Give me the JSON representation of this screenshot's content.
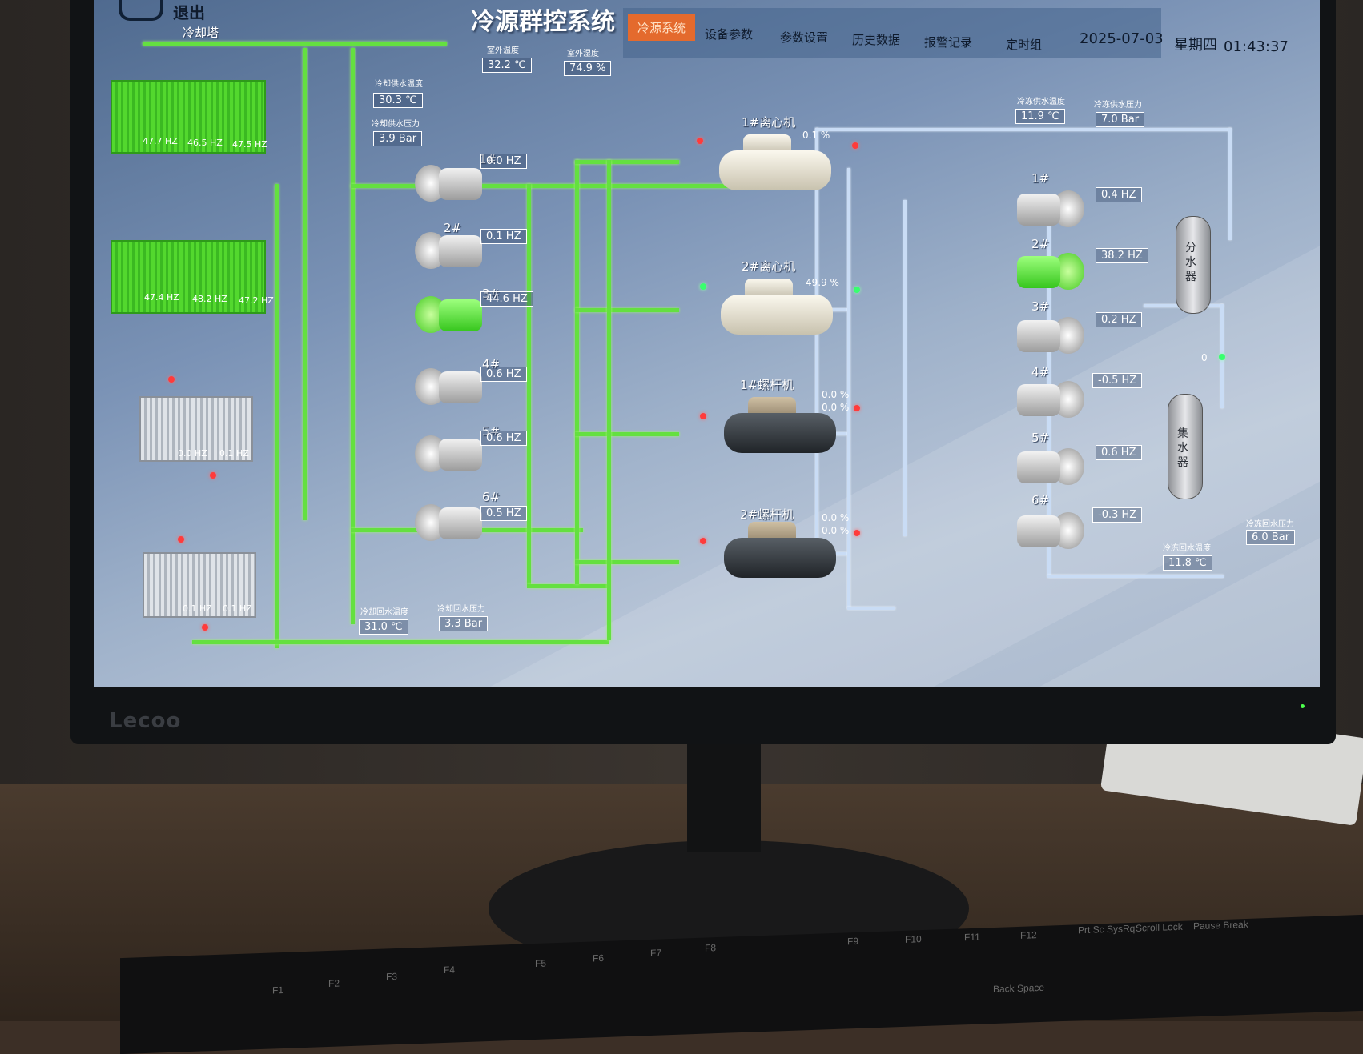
{
  "header": {
    "logout_label": "退出",
    "system_title": "冷源群控系统",
    "tabs": [
      {
        "label": "冷源系统",
        "active": true
      },
      {
        "label": "设备参数"
      },
      {
        "label": "参数设置"
      },
      {
        "label": "历史数据"
      },
      {
        "label": "报警记录"
      },
      {
        "label": "定时组"
      }
    ],
    "date": "2025-07-03",
    "weekday": "星期四",
    "time": "01:43:37"
  },
  "outdoor": {
    "temp_label": "室外温度",
    "temp_value": "32.2 ℃",
    "humidity_label": "室外湿度",
    "humidity_value": "74.9 %"
  },
  "cooling_tower": {
    "title": "冷却塔",
    "supply_temp_label": "冷却供水温度",
    "supply_temp_value": "30.3 ℃",
    "supply_pressure_label": "冷却供水压力",
    "supply_pressure_value": "3.9 Bar",
    "return_temp_label": "冷却回水温度",
    "return_temp_value": "31.0 ℃",
    "return_pressure_label": "冷却回水压力",
    "return_pressure_value": "3.3 Bar",
    "groups": [
      {
        "fans": [
          "47.7 HZ",
          "46.5 HZ",
          "47.5 HZ"
        ]
      },
      {
        "fans": [
          "47.4 HZ",
          "48.2 HZ",
          "47.2 HZ"
        ]
      },
      {
        "fans": [
          "0.0 HZ",
          "0.1 HZ"
        ]
      },
      {
        "fans": [
          "0.1 HZ",
          "0.1 HZ"
        ]
      }
    ]
  },
  "cooling_pumps": [
    {
      "name": "1#",
      "freq": "0.0 HZ",
      "on": false
    },
    {
      "name": "2#",
      "freq": "0.1 HZ",
      "on": false
    },
    {
      "name": "3#",
      "freq": "44.6 HZ",
      "on": true
    },
    {
      "name": "4#",
      "freq": "0.6 HZ",
      "on": false
    },
    {
      "name": "5#",
      "freq": "0.6 HZ",
      "on": false
    },
    {
      "name": "6#",
      "freq": "0.5 HZ",
      "on": false
    }
  ],
  "chillers": [
    {
      "name": "1#离心机",
      "load": "0.1 %"
    },
    {
      "name": "2#离心机",
      "load": "49.9 %"
    },
    {
      "name": "1#螺杆机",
      "load1": "0.0 %",
      "load2": "0.0 %"
    },
    {
      "name": "2#螺杆机",
      "load1": "0.0 %",
      "load2": "0.0 %"
    }
  ],
  "chilled": {
    "supply_temp_label": "冷冻供水温度",
    "supply_temp_value": "11.9 ℃",
    "supply_pressure_label": "冷冻供水压力",
    "supply_pressure_value": "7.0 Bar",
    "return_temp_label": "冷冻回水温度",
    "return_temp_value": "11.8 ℃",
    "return_pressure_label": "冷冻回水压力",
    "return_pressure_value": "6.0 Bar",
    "bypass_value": "0",
    "distributor": "分水器",
    "collector": "集水器"
  },
  "chilled_pumps": [
    {
      "name": "1#",
      "freq": "0.4 HZ",
      "on": false
    },
    {
      "name": "2#",
      "freq": "38.2 HZ",
      "on": true
    },
    {
      "name": "3#",
      "freq": "0.2 HZ",
      "on": false
    },
    {
      "name": "4#",
      "freq": "-0.5 HZ",
      "on": false
    },
    {
      "name": "5#",
      "freq": "0.6 HZ",
      "on": false
    },
    {
      "name": "6#",
      "freq": "-0.3 HZ",
      "on": false
    }
  ],
  "monitor": {
    "brand": "Lecoo"
  },
  "keyboard": {
    "keys": [
      "F1",
      "F2",
      "F3",
      "F4",
      "F5",
      "F6",
      "F7",
      "F8",
      "F9",
      "F10",
      "F11",
      "F12",
      "Prt Sc SysRq",
      "Scroll Lock",
      "Pause Break",
      "Back Space"
    ]
  }
}
